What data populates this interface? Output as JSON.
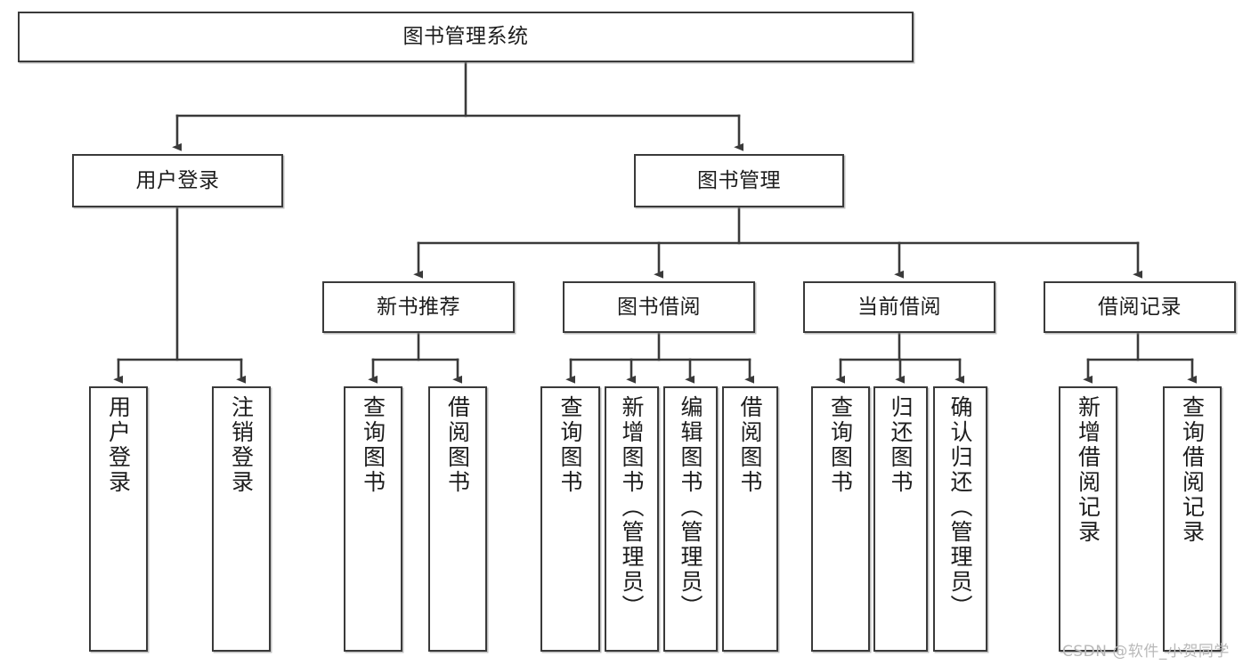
{
  "diagram": {
    "title": "图书管理系统",
    "root": {
      "id": "root",
      "label": "图书管理系统"
    },
    "level2": [
      {
        "id": "user-login",
        "label": "用户登录"
      },
      {
        "id": "book-manage",
        "label": "图书管理"
      }
    ],
    "level3": [
      {
        "id": "new-book-recommend",
        "label": "新书推荐"
      },
      {
        "id": "book-borrow",
        "label": "图书借阅"
      },
      {
        "id": "current-borrow",
        "label": "当前借阅"
      },
      {
        "id": "borrow-record",
        "label": "借阅记录"
      }
    ],
    "leaves": {
      "user_login": [
        {
          "id": "leaf-user-login",
          "label": "用户登录"
        },
        {
          "id": "leaf-logout-login",
          "label": "注销登录"
        }
      ],
      "new_book_recommend": [
        {
          "id": "leaf-query-book-1",
          "label": "查询图书"
        },
        {
          "id": "leaf-borrow-book-1",
          "label": "借阅图书"
        }
      ],
      "book_borrow": [
        {
          "id": "leaf-query-book-2",
          "label": "查询图书"
        },
        {
          "id": "leaf-add-book-admin",
          "label": "新增图书（管理员）"
        },
        {
          "id": "leaf-edit-book-admin",
          "label": "编辑图书（管理员）"
        },
        {
          "id": "leaf-borrow-book-2",
          "label": "借阅图书"
        }
      ],
      "current_borrow": [
        {
          "id": "leaf-query-book-3",
          "label": "查询图书"
        },
        {
          "id": "leaf-return-book",
          "label": "归还图书"
        },
        {
          "id": "leaf-confirm-return-admin",
          "label": "确认归还（管理员）"
        }
      ],
      "borrow_record": [
        {
          "id": "leaf-add-borrow-record",
          "label": "新增借阅记录"
        },
        {
          "id": "leaf-query-borrow-record",
          "label": "查询借阅记录"
        }
      ]
    }
  },
  "watermark": {
    "text": "CSDN @软件_小贺同学",
    "color": "#b9b9b9"
  },
  "style": {
    "line_color": "#3a3a3a",
    "box_fill": "#ffffff",
    "text_color": "#1d1d1d"
  }
}
